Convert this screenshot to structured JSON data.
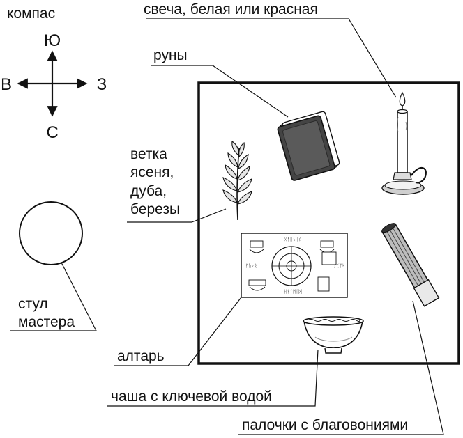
{
  "compass": {
    "title": "компас",
    "north": "Ю",
    "south": "С",
    "west": "В",
    "east": "З"
  },
  "labels": {
    "candle": "свеча, белая или красная",
    "runes": "руны",
    "branch_1": "ветка",
    "branch_2": "ясеня,",
    "branch_3": "дуба,",
    "branch_4": "березы",
    "chair_1": "стул",
    "chair_2": "мастера",
    "altar": "алтарь",
    "bowl": "чаша с ключевой водой",
    "incense": "палочки с благовониями"
  },
  "icons": {
    "candle": "candle-icon",
    "runes": "rune-cards-icon",
    "branch": "leaf-branch-icon",
    "altar": "altar-cloth-icon",
    "bowl": "bowl-icon",
    "incense": "incense-bundle-icon"
  }
}
